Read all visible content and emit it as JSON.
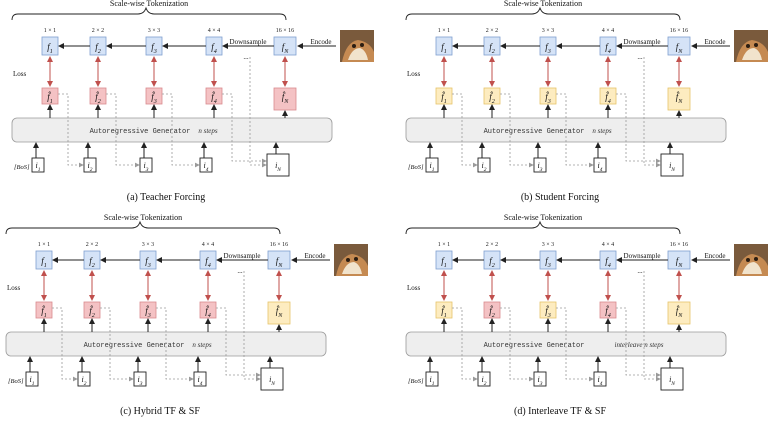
{
  "colors": {
    "blue_fill": "#d5e3f7",
    "blue_stroke": "#7f9fcf",
    "red_fill": "#f4c2c4",
    "red_stroke": "#d98a8e",
    "yellow_fill": "#fdecc0",
    "yellow_stroke": "#e6c46a",
    "loss_arrow": "#c0504d",
    "gen_fill": "#eeeeee",
    "gen_stroke": "#9a9a9a",
    "dashed": "#9a9a9a"
  },
  "common": {
    "bracket_label": "Scale-wise Tokenization",
    "downsample": "Downsample",
    "encode": "Encode",
    "loss": "Loss",
    "ellipsis": "...",
    "bos": "[BoS]",
    "generator": "Autoregressive Generator",
    "scales": [
      "1 × 1",
      "2 × 2",
      "3 × 3",
      "4 × 4",
      "16 × 16"
    ],
    "targets": [
      "f̂1",
      "f̂2",
      "f̂3",
      "f̂4",
      "f̂N"
    ],
    "features": [
      "f1",
      "f2",
      "f3",
      "f4",
      "fN"
    ],
    "inputs": [
      "i1",
      "i2",
      "i3",
      "i4",
      "iN"
    ]
  },
  "panels": [
    {
      "caption": "(a) Teacher Forcing",
      "steps_label": "n steps",
      "pred_colors": [
        "red",
        "red",
        "red",
        "red",
        "red"
      ]
    },
    {
      "caption": "(b) Student Forcing",
      "steps_label": "n steps",
      "pred_colors": [
        "yellow",
        "yellow",
        "yellow",
        "yellow",
        "yellow"
      ]
    },
    {
      "caption": "(c) Hybrid TF & SF",
      "steps_label": "n steps",
      "pred_colors": [
        "red",
        "red",
        "red",
        "red",
        "yellow"
      ]
    },
    {
      "caption": "(d) Interleave TF & SF",
      "steps_label": "interleave n steps",
      "pred_colors": [
        "yellow",
        "red",
        "yellow",
        "red",
        "yellow"
      ]
    }
  ]
}
